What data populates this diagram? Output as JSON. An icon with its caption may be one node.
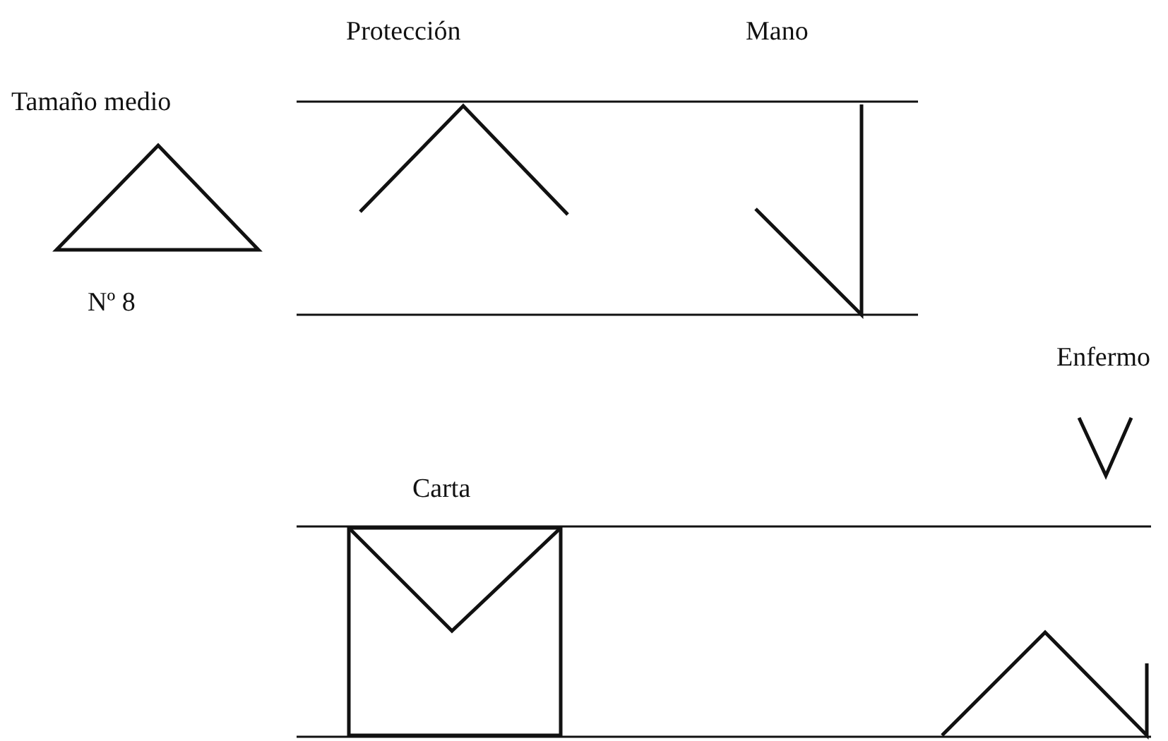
{
  "diagram": {
    "labels": [
      "Protección",
      "Mano",
      "Tamaño medio",
      "Nº 8",
      "Enfermo",
      "Carta"
    ]
  }
}
